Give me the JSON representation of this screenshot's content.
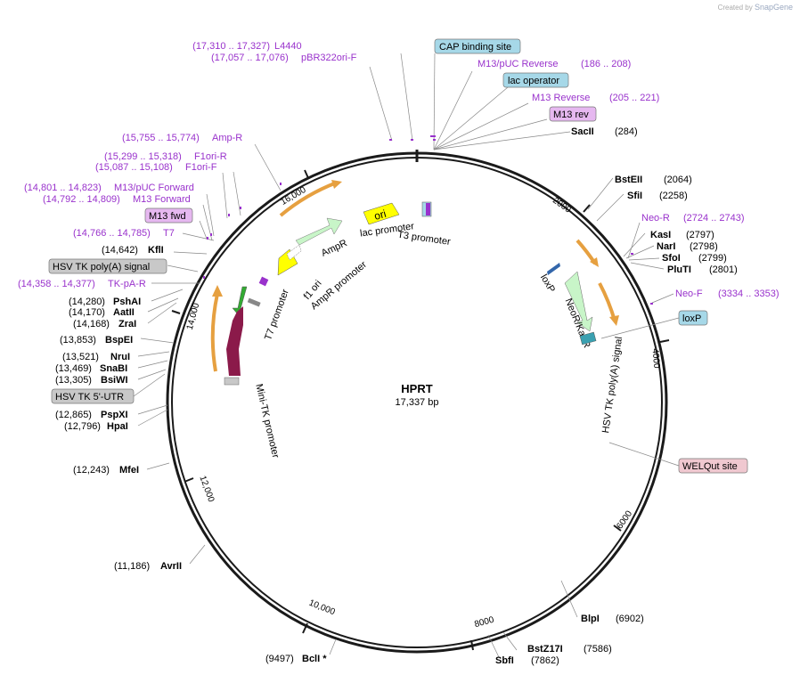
{
  "watermark": {
    "prefix": "Created by",
    "brand": "SnapGene"
  },
  "plasmid": {
    "name": "HPRT",
    "length": "17,337 bp"
  },
  "ticks": [
    "2000",
    "4000",
    "6000",
    "8000",
    "10,000",
    "12,000",
    "14,000",
    "16,000"
  ],
  "sites": [
    {
      "name": "SacII",
      "pos": "(284)"
    },
    {
      "name": "BstEII",
      "pos": "(2064)"
    },
    {
      "name": "SfiI",
      "pos": "(2258)"
    },
    {
      "name": "KasI",
      "pos": "(2797)"
    },
    {
      "name": "NarI",
      "pos": "(2798)"
    },
    {
      "name": "SfoI",
      "pos": "(2799)"
    },
    {
      "name": "PluTI",
      "pos": "(2801)"
    },
    {
      "name": "BlpI",
      "pos": "(6902)"
    },
    {
      "name": "BstZ17I",
      "pos": "(7586)"
    },
    {
      "name": "SbfI",
      "pos": "(7862)"
    },
    {
      "name": "BclI *",
      "pos": "(9497)"
    },
    {
      "name": "AvrII",
      "pos": "(11,186)"
    },
    {
      "name": "MfeI",
      "pos": "(12,243)"
    },
    {
      "name": "HpaI",
      "pos": "(12,796)"
    },
    {
      "name": "PspXI",
      "pos": "(12,865)"
    },
    {
      "name": "BsiWI",
      "pos": "(13,305)"
    },
    {
      "name": "SnaBI",
      "pos": "(13,469)"
    },
    {
      "name": "NruI",
      "pos": "(13,521)"
    },
    {
      "name": "BspEI",
      "pos": "(13,853)"
    },
    {
      "name": "ZraI",
      "pos": "(14,168)"
    },
    {
      "name": "AatII",
      "pos": "(14,170)"
    },
    {
      "name": "PshAI",
      "pos": "(14,280)"
    },
    {
      "name": "KflI",
      "pos": "(14,642)"
    }
  ],
  "primers": [
    {
      "name": "L4440",
      "range": "(17,310 .. 17,327)"
    },
    {
      "name": "pBR322ori-F",
      "range": "(17,057 .. 17,076)"
    },
    {
      "name": "M13/pUC Reverse",
      "range": "(186 .. 208)"
    },
    {
      "name": "M13 Reverse",
      "range": "(205 .. 221)"
    },
    {
      "name": "Amp-R",
      "range": "(15,755 .. 15,774)"
    },
    {
      "name": "F1ori-R",
      "range": "(15,299 .. 15,318)"
    },
    {
      "name": "F1ori-F",
      "range": "(15,087 .. 15,108)"
    },
    {
      "name": "M13/pUC Forward",
      "range": "(14,801 .. 14,823)"
    },
    {
      "name": "M13 Forward",
      "range": "(14,792 .. 14,809)"
    },
    {
      "name": "T7",
      "range": "(14,766 .. 14,785)"
    },
    {
      "name": "TK-pA-R",
      "range": "(14,358 .. 14,377)"
    },
    {
      "name": "Neo-R",
      "range": "(2724 .. 2743)"
    },
    {
      "name": "Neo-F",
      "range": "(3334 .. 3353)"
    }
  ],
  "boxes": {
    "cap": "CAP binding site",
    "lac_operator": "lac operator",
    "m13_rev": "M13 rev",
    "m13_fwd": "M13 fwd",
    "hsv_tk_polya_signal": "HSV TK poly(A) signal",
    "hsv_tk_utr": "HSV TK 5'-UTR",
    "loxp": "loxP",
    "welqut": "WELQut site"
  },
  "features": {
    "ori": "ori",
    "ampr": "AmpR",
    "ampr_promoter": "AmpR promoter",
    "f1_ori": "f1 ori",
    "lac_promoter": "lac promoter",
    "t3_promoter": "T3 promoter",
    "t7_promoter": "T7 promoter",
    "hsv_tk": "HSV TK",
    "mini_tk_promoter": "Mini-TK promoter",
    "loxp_inner": "loxP",
    "neor_kanr": "NeoR/KanR",
    "hsv_tk_polya": "HSV TK poly(A) signal"
  },
  "colors": {
    "backbone": "#1a1a1a",
    "primer": "#9932cc",
    "orange_arrow": "#e6a040",
    "ori_yellow": "#ffff00",
    "ampr_green": "#c8f5c8",
    "hsv_tk_maroon": "#8b1a4a",
    "neor_green": "#c8f5c8",
    "loxp_box": "#a6d8e8",
    "gray_box": "#c8c8c8",
    "welqut_box": "#f0c8d0",
    "m13_box": "#e6b8f0"
  }
}
